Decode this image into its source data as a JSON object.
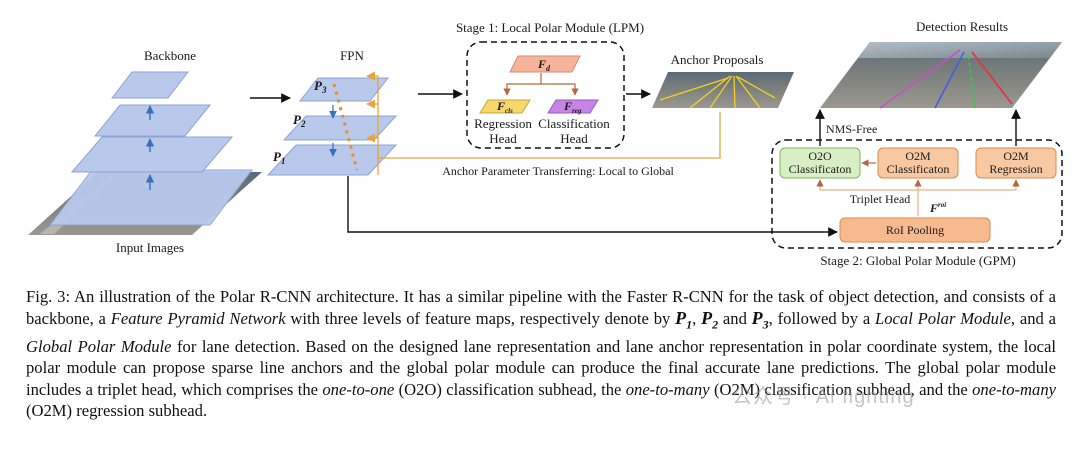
{
  "figure": {
    "backbone": "Backbone",
    "fpn": "FPN",
    "input_images": "Input Images",
    "stage1": "Stage 1: Local Polar Module (LPM)",
    "anchor_proposals": "Anchor Proposals",
    "detection_results": "Detection Results",
    "nms_free": "NMS-Free",
    "regression_head": [
      "Regression",
      "Head"
    ],
    "classification_head": [
      "Classification",
      "Head"
    ],
    "anchor_transfer": "Anchor Parameter Transferring: Local to Global",
    "o2o_cls": [
      "O2O",
      "Classificaton"
    ],
    "o2m_cls": [
      "O2M",
      "Classificaton"
    ],
    "o2m_reg": [
      "O2M",
      "Regression"
    ],
    "triplet_head": "Triplet Head",
    "roi_pooling": "RoI Pooling",
    "stage2": "Stage 2: Global Polar Module (GPM)",
    "fd": "F",
    "fd_sub": "d",
    "fcls": "F",
    "fcls_sub": "cls",
    "freg": "F",
    "freg_sub": "reg",
    "froi": "F",
    "froi_sup": "roi",
    "p1": "P",
    "p1_sub": "1",
    "p2": "P",
    "p2_sub": "2",
    "p3": "P",
    "p3_sub": "3"
  },
  "caption": {
    "s1": "Fig. 3: An illustration of the Polar R-CNN architecture. It has a similar pipeline with the Faster R-CNN for the task of object detection, and consists of a backbone, a ",
    "i1": "Feature Pyramid Network",
    "s2": " with three levels of feature maps, respectively denote by ",
    "b1": "P",
    "b1s": "1",
    "s3": ", ",
    "b2": "P",
    "b2s": "2",
    "s4": " and ",
    "b3": "P",
    "b3s": "3",
    "s5": ", followed by a ",
    "i2": "Local Polar Module",
    "s6": ", and a ",
    "i3": "Global Polar Module",
    "s7": " for lane detection. Based on the designed lane representation and lane anchor representation in polar coordinate system, the local polar module can propose sparse line anchors and the global polar module can produce the final accurate lane predictions. The global polar module includes a triplet head, which comprises the ",
    "i4": "one-to-one",
    "s8": " (O2O) classification subhead, the ",
    "i5": "one-to-many",
    "s9": " (O2M) classification subhead, and the ",
    "i6": "one-to-many",
    "s10": " (O2M) regression subhead."
  },
  "watermark": "公众号 · Ai fighting"
}
